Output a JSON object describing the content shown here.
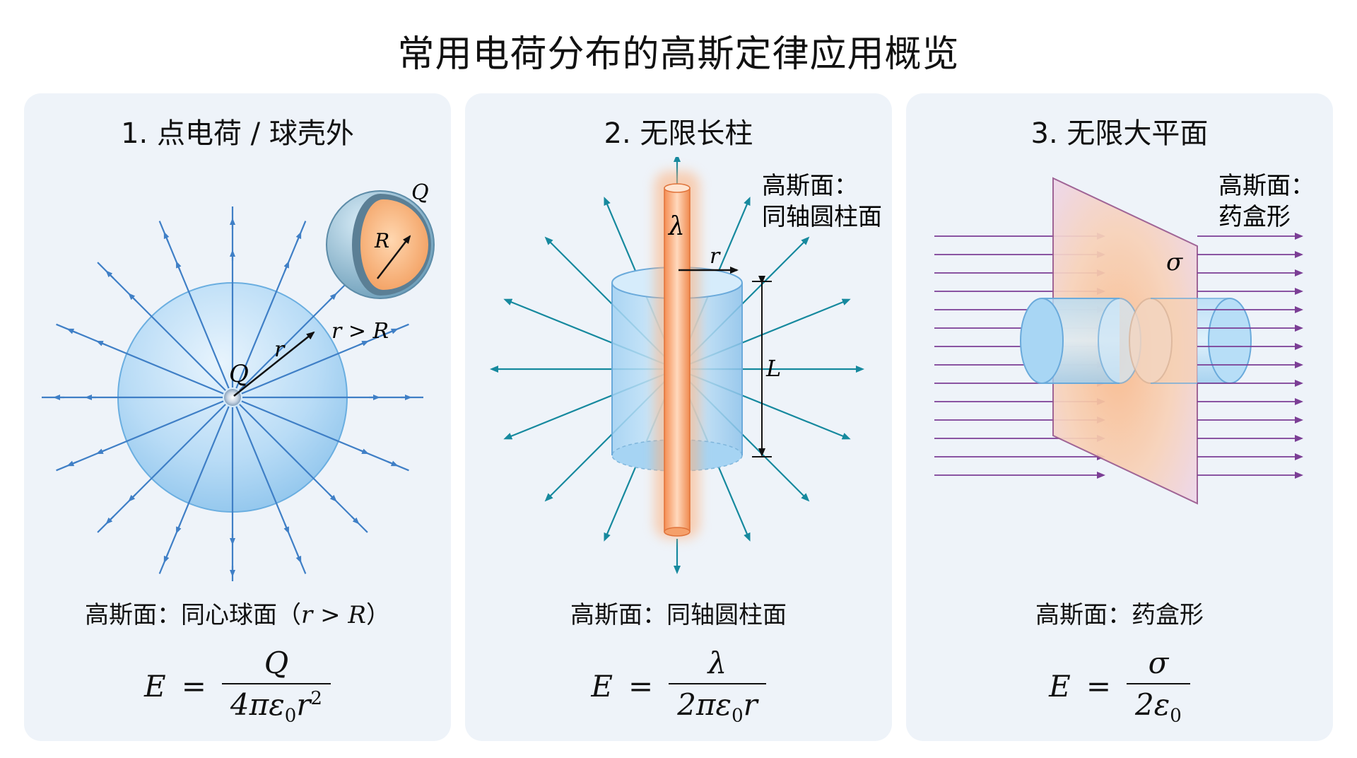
{
  "title": "常用电荷分布的高斯定律应用概览",
  "colors": {
    "panel_bg": "#eef3f9",
    "field_line_1": "#3f7fc6",
    "field_line_2": "#16899e",
    "field_line_3": "#7b3e95",
    "charge_orange": "#f7a86b",
    "gaussian_blue": "#8ec8f0"
  },
  "panels": [
    {
      "title": "1. 点电荷 / 球壳外",
      "labels": {
        "Q": "Q",
        "r": "r",
        "R": "R",
        "Q_shell": "Q",
        "cond": "r > R"
      },
      "caption_prefix": "高斯面：同心球面（",
      "caption_var": "r > R",
      "caption_suffix": "）",
      "formula": {
        "lhs": "E",
        "eq": "=",
        "num": "Q",
        "den_main": "4πε",
        "den_sub": "0",
        "den_var": "r",
        "den_sup": "2"
      },
      "icons": [
        "point-charge-icon",
        "sphere-shell-inset-icon"
      ]
    },
    {
      "title": "2. 无限长柱",
      "labels": {
        "lambda": "λ",
        "r": "r",
        "L": "L",
        "gauss_line1": "高斯面：",
        "gauss_line2": "同轴圆柱面"
      },
      "caption": "高斯面：同轴圆柱面",
      "formula": {
        "lhs": "E",
        "eq": "=",
        "num": "λ",
        "den_main": "2πε",
        "den_sub": "0",
        "den_var": "r"
      },
      "icons": [
        "charged-rod-icon",
        "coaxial-cylinder-icon"
      ]
    },
    {
      "title": "3. 无限大平面",
      "labels": {
        "sigma": "σ",
        "gauss_line1": "高斯面：",
        "gauss_line2": "药盒形"
      },
      "caption": "高斯面：药盒形",
      "formula": {
        "lhs": "E",
        "eq": "=",
        "num": "σ",
        "den_main": "2ε",
        "den_sub": "0"
      },
      "icons": [
        "charged-plane-icon",
        "pillbox-icon"
      ]
    }
  ]
}
